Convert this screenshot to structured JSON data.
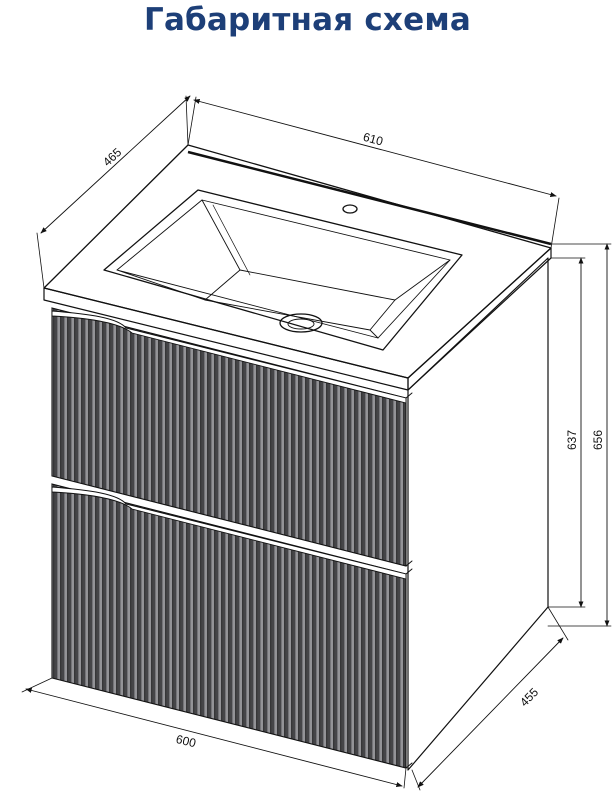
{
  "title": "Габаритная схема",
  "dimensions": {
    "top_width": "610",
    "top_depth": "465",
    "height_body": "637",
    "height_total": "656",
    "bottom_depth": "455",
    "bottom_width": "600"
  },
  "colors": {
    "title": "#1d3f78",
    "line": "#111111",
    "facade_dark": "#3f3f42",
    "facade_light": "#8b8b8f"
  }
}
